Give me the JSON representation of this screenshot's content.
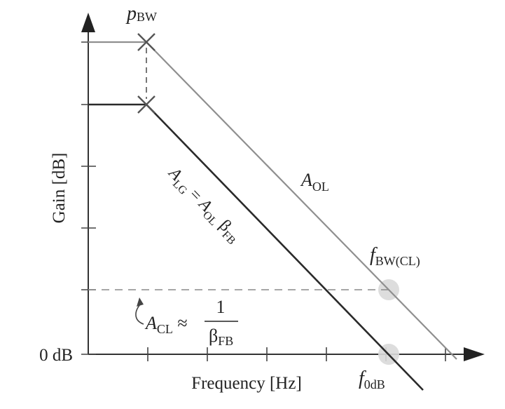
{
  "axes": {
    "y_label": "Gain [dB]",
    "x_label": "Frequency [Hz]",
    "zero_db": "0 dB"
  },
  "labels": {
    "pole_main": "p",
    "pole_sub": "BW",
    "aol_main": "A",
    "aol_sub": "OL",
    "fbw_main": "f",
    "fbw_sub": "BW(CL)",
    "f0db_main": "f",
    "f0db_sub": "0dB",
    "alg_a1": "A",
    "alg_sub1": "LG",
    "alg_eq": " = ",
    "alg_a2": "A",
    "alg_sub2": "OL",
    "alg_beta": " β",
    "alg_sub3": "FB",
    "acl_main": "A",
    "acl_sub": "CL",
    "acl_approx": " ≈",
    "acl_num": "1",
    "acl_den": "β",
    "acl_den_sub": "FB"
  },
  "colors": {
    "axis": "#333333",
    "open_loop_line": "#8f8f8f",
    "loop_gain_line": "#2a2a2a",
    "dashed_guide": "#8a8a8a",
    "crossing_marker": "#d9d9d9"
  }
}
